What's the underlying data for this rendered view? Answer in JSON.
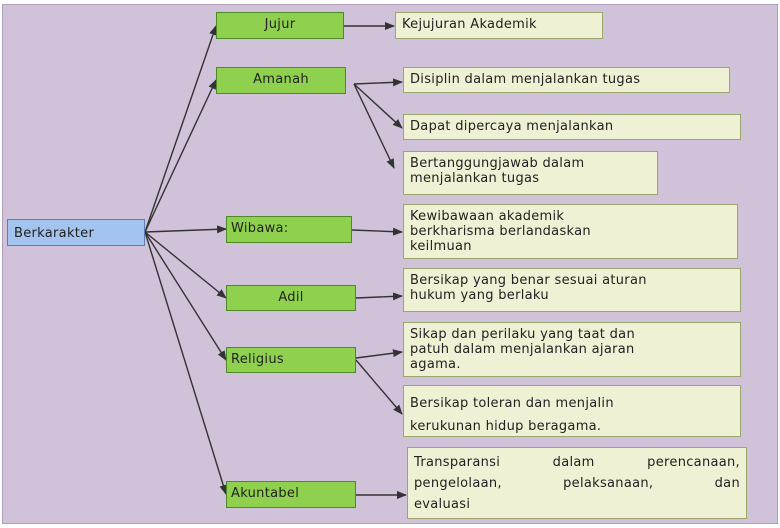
{
  "root": {
    "label": "Berkarakter"
  },
  "categories": [
    {
      "label": "Jujur"
    },
    {
      "label": "Amanah"
    },
    {
      "label": "Wibawa:"
    },
    {
      "label": "Adil"
    },
    {
      "label": "Religius"
    },
    {
      "label": "Akuntabel"
    }
  ],
  "descriptions": [
    {
      "lines": [
        "Kejujuran Akademik"
      ]
    },
    {
      "lines": [
        "Disiplin dalam menjalankan tugas"
      ]
    },
    {
      "lines": [
        "Dapat dipercaya menjalankan"
      ]
    },
    {
      "lines": [
        "Bertanggungjawab dalam",
        "menjalankan tugas"
      ]
    },
    {
      "lines": [
        "Kewibawaan akademik",
        "berkharisma berlandaskan",
        "keilmuan"
      ]
    },
    {
      "lines": [
        "Bersikap yang benar sesuai aturan",
        "hukum yang berlaku"
      ]
    },
    {
      "lines": [
        "Sikap dan perilaku yang taat dan",
        "patuh dalam menjalankan ajaran",
        "agama."
      ]
    },
    {
      "lines": [
        "Bersikap toleran dan menjalin",
        "kerukunan hidup beragama."
      ]
    },
    {
      "lines": [
        "Transparansi dalam perencanaan,",
        "pengelolaan, pelaksanaan, dan",
        "evaluasi"
      ]
    }
  ],
  "colors": {
    "background": "#cfc2d9",
    "root_fill": "#a3c4ee",
    "category_fill": "#8fd14f",
    "description_fill": "#eef1d4",
    "connector": "#333333"
  }
}
